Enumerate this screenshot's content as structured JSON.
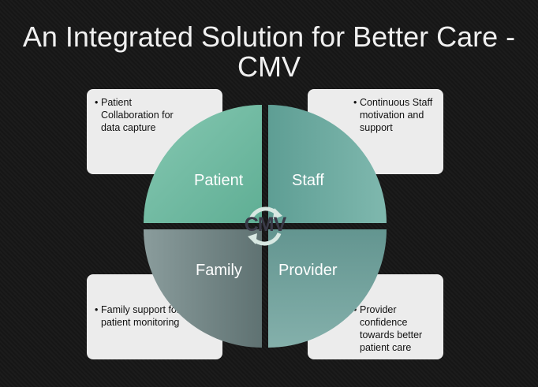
{
  "title": "An Integrated Solution for Better Care - CMV",
  "center_label": "CMV",
  "quadrants": [
    {
      "label": "Patient",
      "description": "Patient Collaboration for data capture",
      "color": "#6fbaa2"
    },
    {
      "label": "Staff",
      "description": "Continuous Staff motivation and support",
      "color": "#6aa9a0"
    },
    {
      "label": "Family",
      "description": "Family support for patient monitoring",
      "color": "#7f9494"
    },
    {
      "label": "Provider",
      "description": "Provider confidence towards better patient care",
      "color": "#6e9f9c"
    }
  ]
}
